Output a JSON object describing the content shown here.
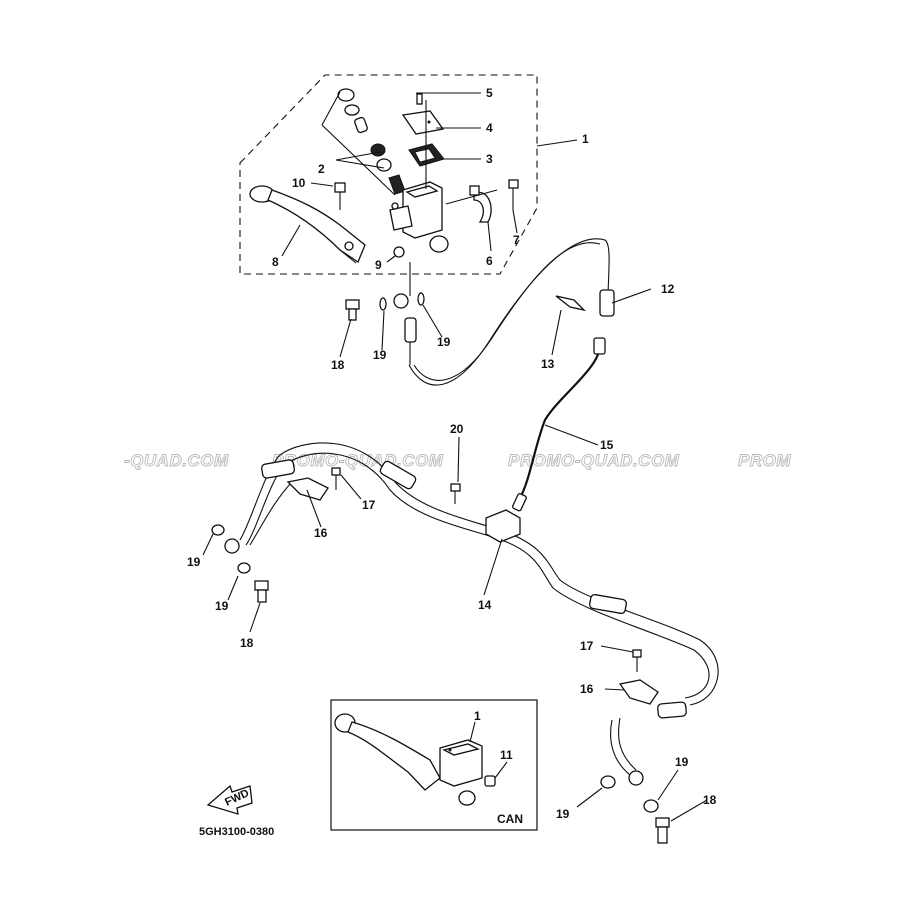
{
  "watermark": {
    "segments": [
      "-QUAD.COM",
      "PROMO-QUAD.COM",
      "PROMO-QUAD.COM",
      "PROM"
    ]
  },
  "callouts": [
    {
      "key": "c1_top",
      "text": "1"
    },
    {
      "key": "c2",
      "text": "2"
    },
    {
      "key": "c3",
      "text": "3"
    },
    {
      "key": "c4",
      "text": "4"
    },
    {
      "key": "c5",
      "text": "5"
    },
    {
      "key": "c6",
      "text": "6"
    },
    {
      "key": "c7",
      "text": "7"
    },
    {
      "key": "c8",
      "text": "8"
    },
    {
      "key": "c9",
      "text": "9"
    },
    {
      "key": "c10",
      "text": "10"
    },
    {
      "key": "c12",
      "text": "12"
    },
    {
      "key": "c13",
      "text": "13"
    },
    {
      "key": "c14",
      "text": "14"
    },
    {
      "key": "c15",
      "text": "15"
    },
    {
      "key": "c16_a",
      "text": "16"
    },
    {
      "key": "c16_b",
      "text": "16"
    },
    {
      "key": "c17_a",
      "text": "17"
    },
    {
      "key": "c17_b",
      "text": "17"
    },
    {
      "key": "c18_a",
      "text": "18"
    },
    {
      "key": "c18_b",
      "text": "18"
    },
    {
      "key": "c18_c",
      "text": "18"
    },
    {
      "key": "c19_a",
      "text": "19"
    },
    {
      "key": "c19_b",
      "text": "19"
    },
    {
      "key": "c19_c",
      "text": "19"
    },
    {
      "key": "c19_d",
      "text": "19"
    },
    {
      "key": "c19_e",
      "text": "19"
    },
    {
      "key": "c19_f",
      "text": "19"
    },
    {
      "key": "c20",
      "text": "20"
    },
    {
      "key": "c1_inset",
      "text": "1"
    },
    {
      "key": "c11_inset",
      "text": "11"
    }
  ],
  "inset": {
    "label": "CAN"
  },
  "fwd_arrow": {
    "label": "FWD"
  },
  "drawing_code": "5GH3100-0380"
}
